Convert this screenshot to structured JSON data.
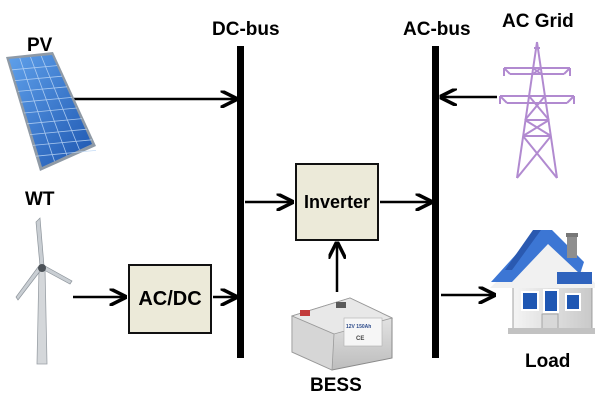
{
  "labels": {
    "pv": "PV",
    "wt": "WT",
    "dc_bus": "DC-bus",
    "ac_bus": "AC-bus",
    "ac_grid": "AC Grid",
    "load": "Load",
    "bess": "BESS"
  },
  "blocks": {
    "inverter": "Inverter",
    "acdc": "AC/DC"
  },
  "battery_text": {
    "model": "12V 150Ah",
    "ce": "CE"
  },
  "colors": {
    "block_fill": "#ecead9",
    "pylon": "#b18ad0",
    "roof": "#2f63bd",
    "panel": "#3d7fd6"
  }
}
